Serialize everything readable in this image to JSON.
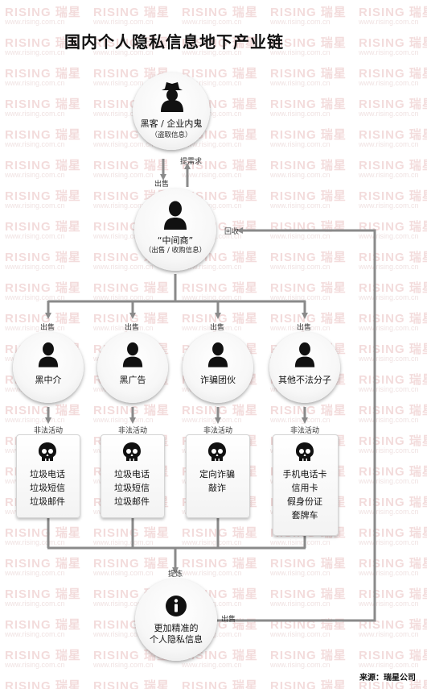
{
  "title": "国内个人隐私信息地下产业链",
  "watermark": {
    "brand": "RISING 瑞星",
    "url": "www.rising.com.cn"
  },
  "top_node": {
    "label": "黑客 / 企业内鬼",
    "sub": "（盗取信息）",
    "icon": "hacker-icon"
  },
  "middle_node": {
    "label": "“中间商”",
    "sub": "（出售 / 收购信息）",
    "icon": "person-icon"
  },
  "edge_labels": {
    "sell": "出售",
    "request": "提需求",
    "recycle": "回收",
    "illegal": "非法活动",
    "refine": "提炼",
    "sell_back": "出售"
  },
  "groups": [
    {
      "label": "黑中介",
      "activities": [
        "垃圾电话",
        "垃圾短信",
        "垃圾邮件"
      ]
    },
    {
      "label": "黑广告",
      "activities": [
        "垃圾电话",
        "垃圾短信",
        "垃圾邮件"
      ]
    },
    {
      "label": "诈骗团伙",
      "activities": [
        "定向诈骗",
        "敲诈"
      ]
    },
    {
      "label": "其他不法分子",
      "activities": [
        "手机电话卡",
        "信用卡",
        "假身份证",
        "套牌车"
      ]
    }
  ],
  "bottom_node": {
    "lines": [
      "更加精准的",
      "个人隐私信息"
    ],
    "icon": "info-icon"
  },
  "source": "来源：瑞星公司",
  "colors": {
    "arrow": "#8a8a8a",
    "watermark": "#f3dcdc"
  }
}
